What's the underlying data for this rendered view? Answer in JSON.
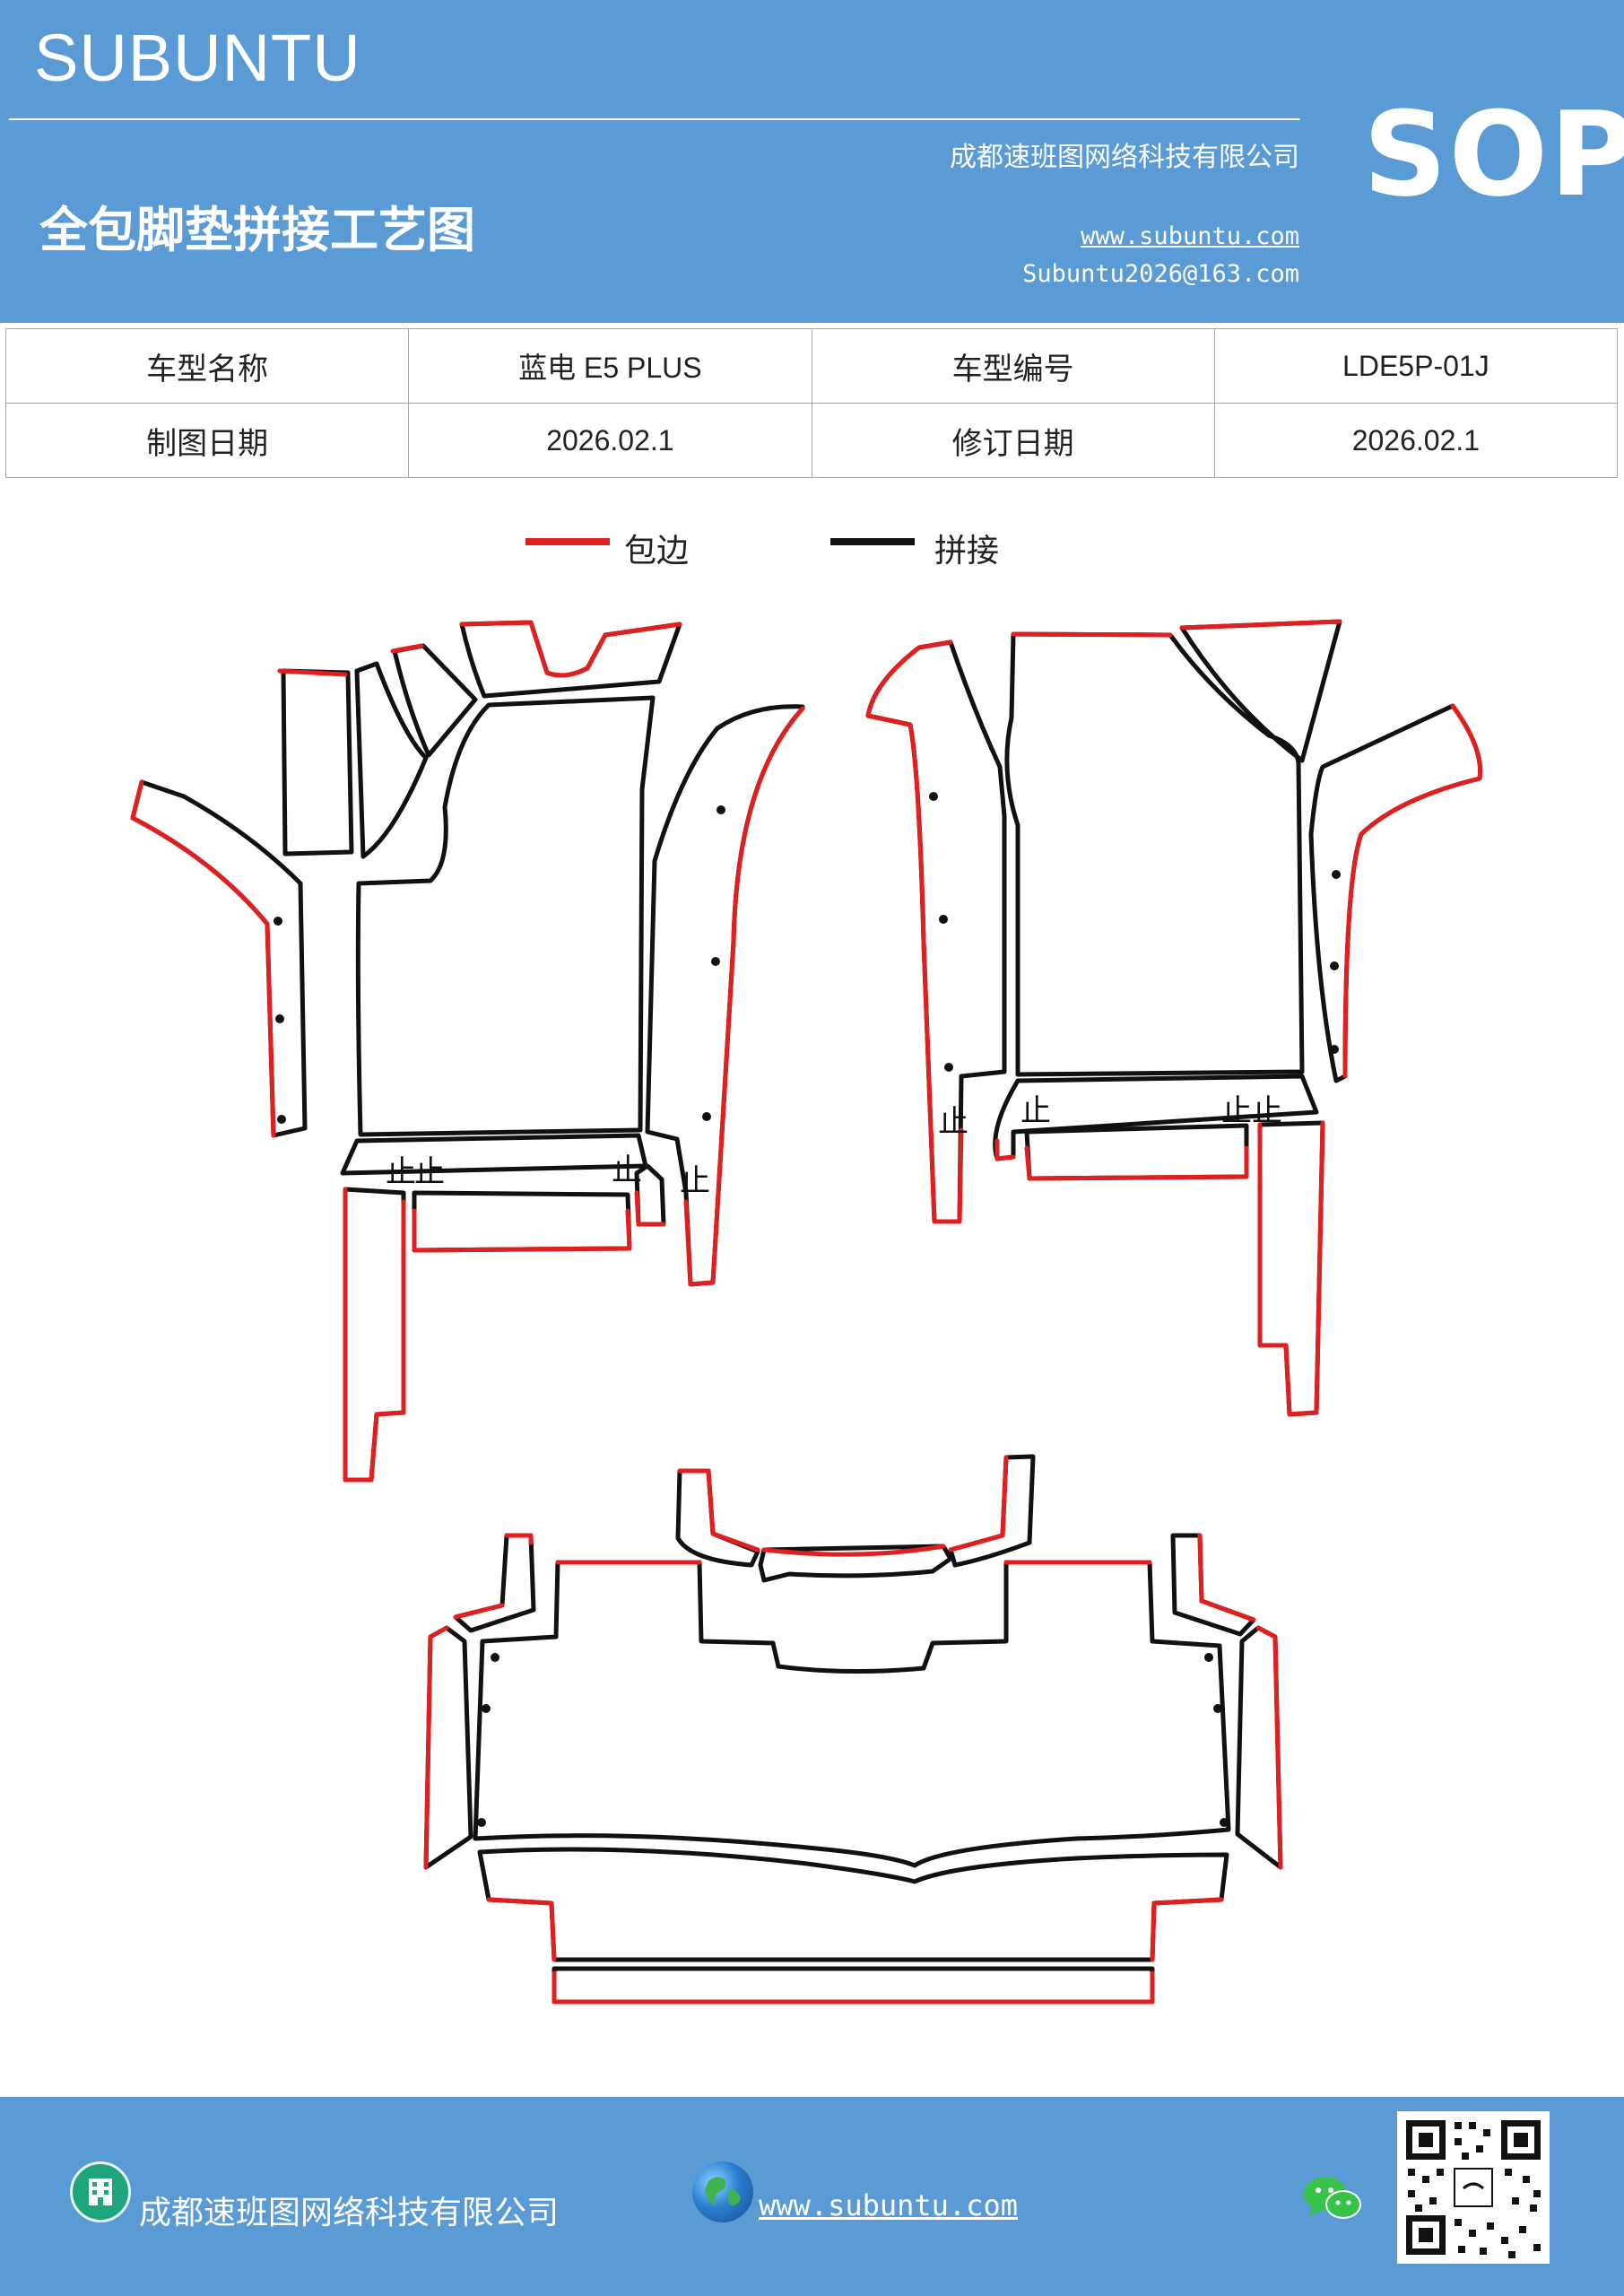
{
  "header": {
    "brand": "SUBUNTU",
    "company": "成都速班图网络科技有限公司",
    "title": "全包脚垫拼接工艺图",
    "website": "www.subuntu.com",
    "email": "Subuntu2026@163.com",
    "badge": "SOP",
    "color": "#5b9bd5"
  },
  "info_table": {
    "model_name_label": "车型名称",
    "model_name_value": "蓝电 E5  PLUS",
    "model_code_label": "车型编号",
    "model_code_value": "LDE5P-01J",
    "draw_date_label": "制图日期",
    "draw_date_value": "2026.02.1",
    "revise_date_label": "修订日期",
    "revise_date_value": "2026.02.1"
  },
  "legend": {
    "edge_label": "包边",
    "edge_color": "#e02020",
    "seam_label": "拼接",
    "seam_color": "#111111"
  },
  "drawing": {
    "seam_mark": "止"
  },
  "footer": {
    "company": "成都速班图网络科技有限公司",
    "website": "www.subuntu.com ",
    "building_icon": "building-icon",
    "globe_icon": "globe-icon",
    "wechat_icon": "wechat-icon",
    "qr_code": "qr-code"
  }
}
